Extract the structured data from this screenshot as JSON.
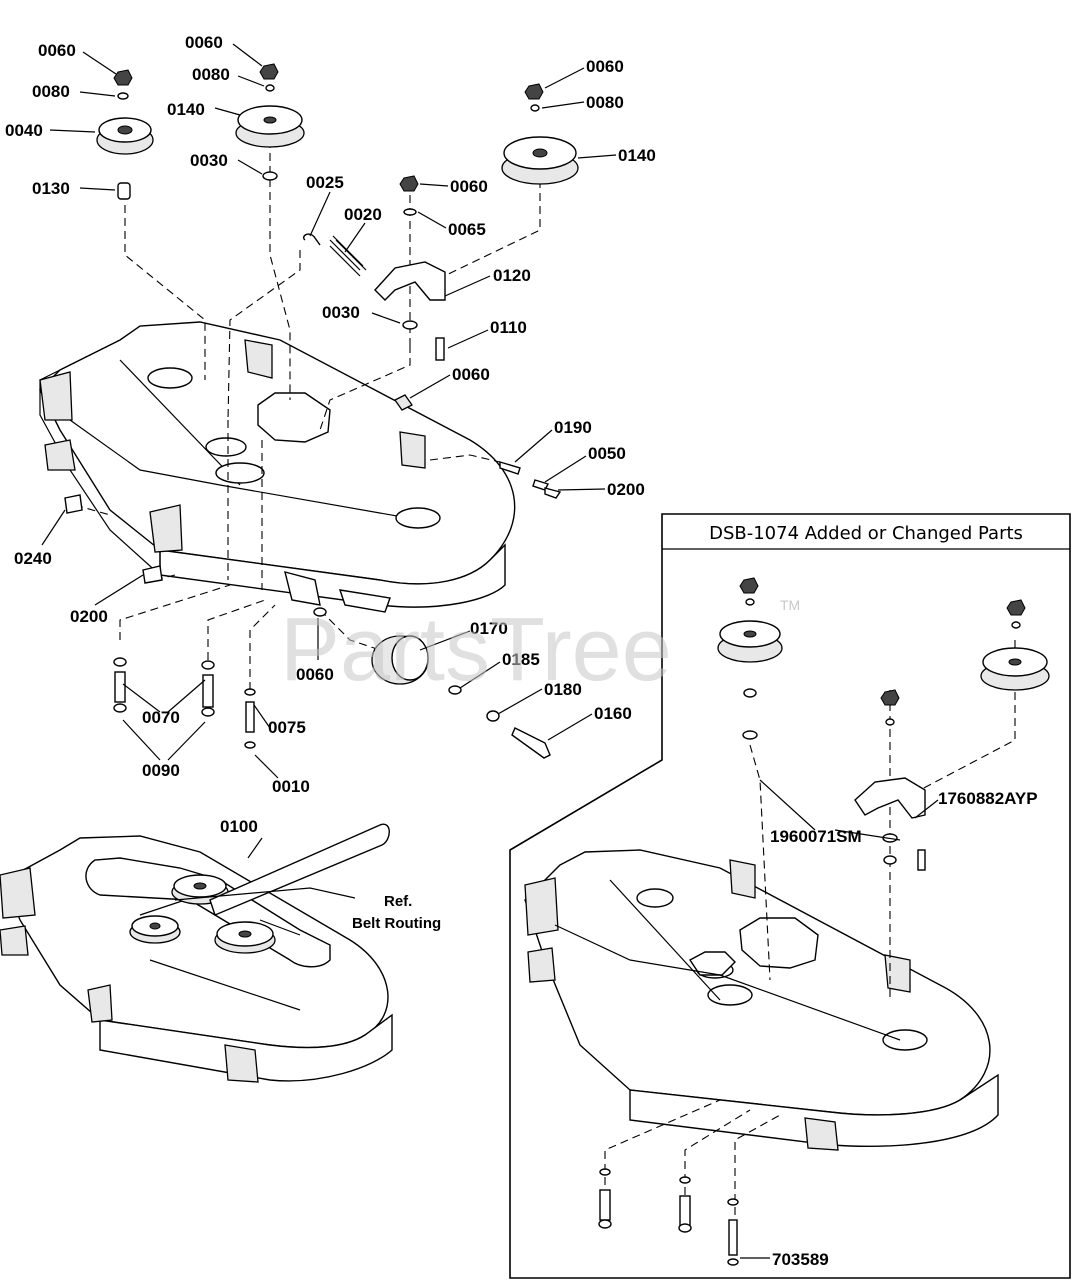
{
  "watermark": {
    "text": "PartsTree",
    "trademark": "TM"
  },
  "main_callouts": [
    {
      "id": "c1",
      "text": "0060"
    },
    {
      "id": "c2",
      "text": "0080"
    },
    {
      "id": "c3",
      "text": "0040"
    },
    {
      "id": "c4",
      "text": "0130"
    },
    {
      "id": "c5",
      "text": "0060"
    },
    {
      "id": "c6",
      "text": "0080"
    },
    {
      "id": "c7",
      "text": "0140"
    },
    {
      "id": "c8",
      "text": "0030"
    },
    {
      "id": "c9",
      "text": "0025"
    },
    {
      "id": "c10",
      "text": "0020"
    },
    {
      "id": "c11",
      "text": "0060"
    },
    {
      "id": "c12",
      "text": "0080"
    },
    {
      "id": "c13",
      "text": "0140"
    },
    {
      "id": "c14",
      "text": "0060"
    },
    {
      "id": "c15",
      "text": "0065"
    },
    {
      "id": "c16",
      "text": "0120"
    },
    {
      "id": "c17",
      "text": "0030"
    },
    {
      "id": "c18",
      "text": "0110"
    },
    {
      "id": "c19",
      "text": "0060"
    },
    {
      "id": "c20",
      "text": "0190"
    },
    {
      "id": "c21",
      "text": "0050"
    },
    {
      "id": "c22",
      "text": "0200"
    },
    {
      "id": "c23",
      "text": "0240"
    },
    {
      "id": "c24",
      "text": "0200"
    },
    {
      "id": "c25",
      "text": "0170"
    },
    {
      "id": "c26",
      "text": "0185"
    },
    {
      "id": "c27",
      "text": "0180"
    },
    {
      "id": "c28",
      "text": "0160"
    },
    {
      "id": "c29",
      "text": "0060"
    },
    {
      "id": "c30",
      "text": "0070"
    },
    {
      "id": "c31",
      "text": "0075"
    },
    {
      "id": "c32",
      "text": "0090"
    },
    {
      "id": "c33",
      "text": "0010"
    },
    {
      "id": "c34",
      "text": "0100"
    }
  ],
  "belt_routing": {
    "line1": "Ref.",
    "line2": "Belt Routing"
  },
  "inset": {
    "title": "DSB-1074 Added or Changed Parts",
    "callouts": [
      {
        "id": "i1",
        "text": "1760882AYP"
      },
      {
        "id": "i2",
        "text": "1960071SM"
      },
      {
        "id": "i3",
        "text": "703589"
      }
    ]
  }
}
